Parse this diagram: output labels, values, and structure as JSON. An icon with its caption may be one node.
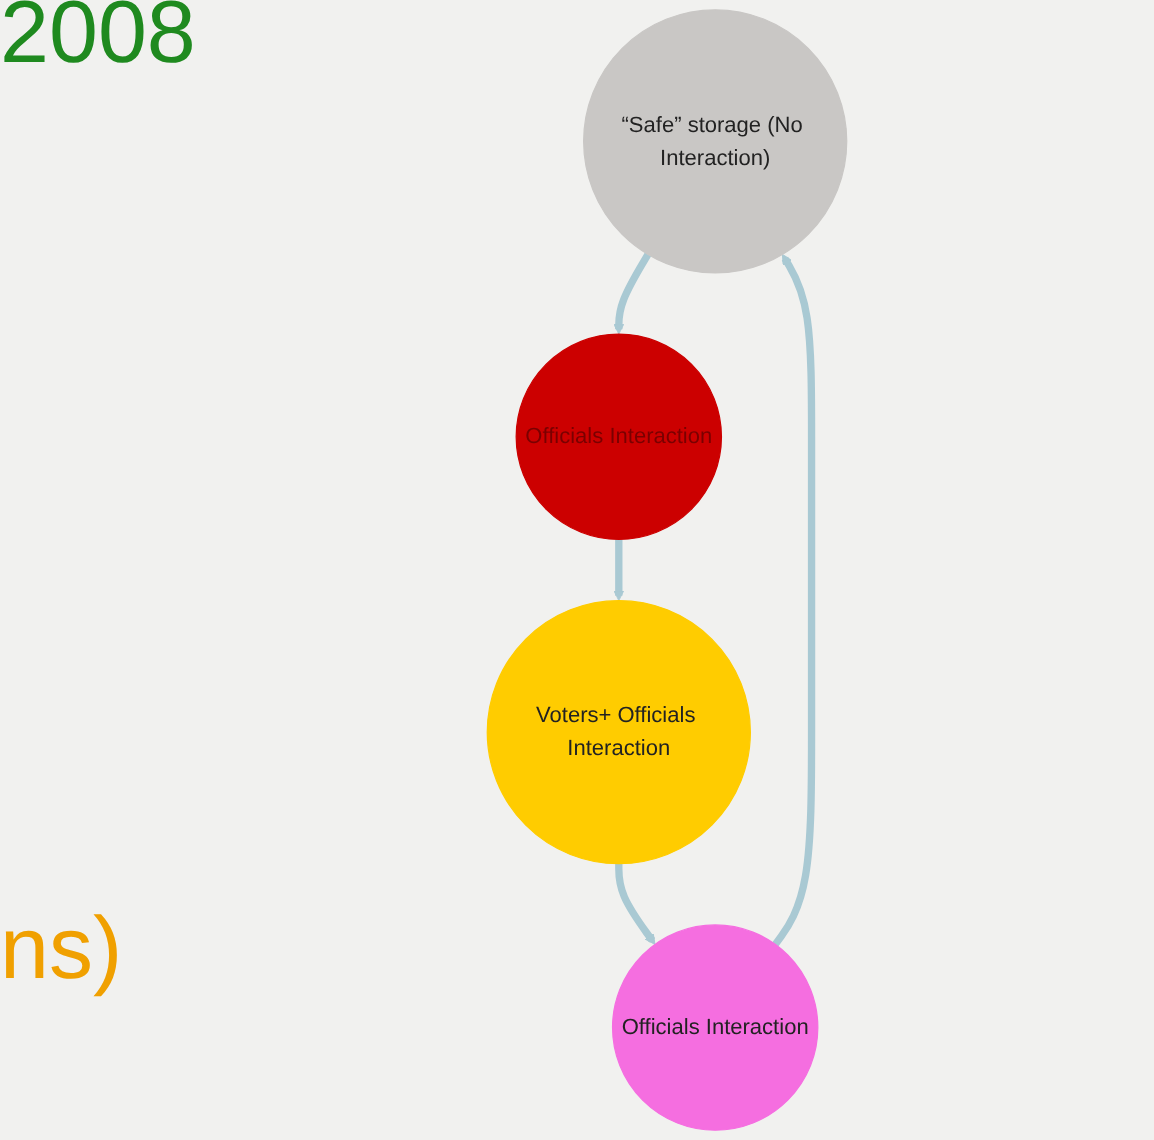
{
  "diagram": {
    "nodes": [
      {
        "text": [
          "“Safe” storage (No Interaction)"
        ]
      },
      {
        "text": [
          "Officials Interaction"
        ]
      },
      {
        "text": [
          "Voters+ Officials Interaction"
        ]
      },
      {
        "text": [
          "Officials Interaction"
        ]
      }
    ],
    "edges": [
      {
        "from": 0,
        "to": 1,
        "arrow": "to"
      },
      {
        "from": 1,
        "to": 2,
        "arrow": "to"
      },
      {
        "from": 2,
        "to": 3,
        "arrow": "to"
      },
      {
        "from": 3,
        "to": 0,
        "arrow": "to"
      }
    ],
    "labels": [
      "2008",
      "ns)"
    ]
  }
}
